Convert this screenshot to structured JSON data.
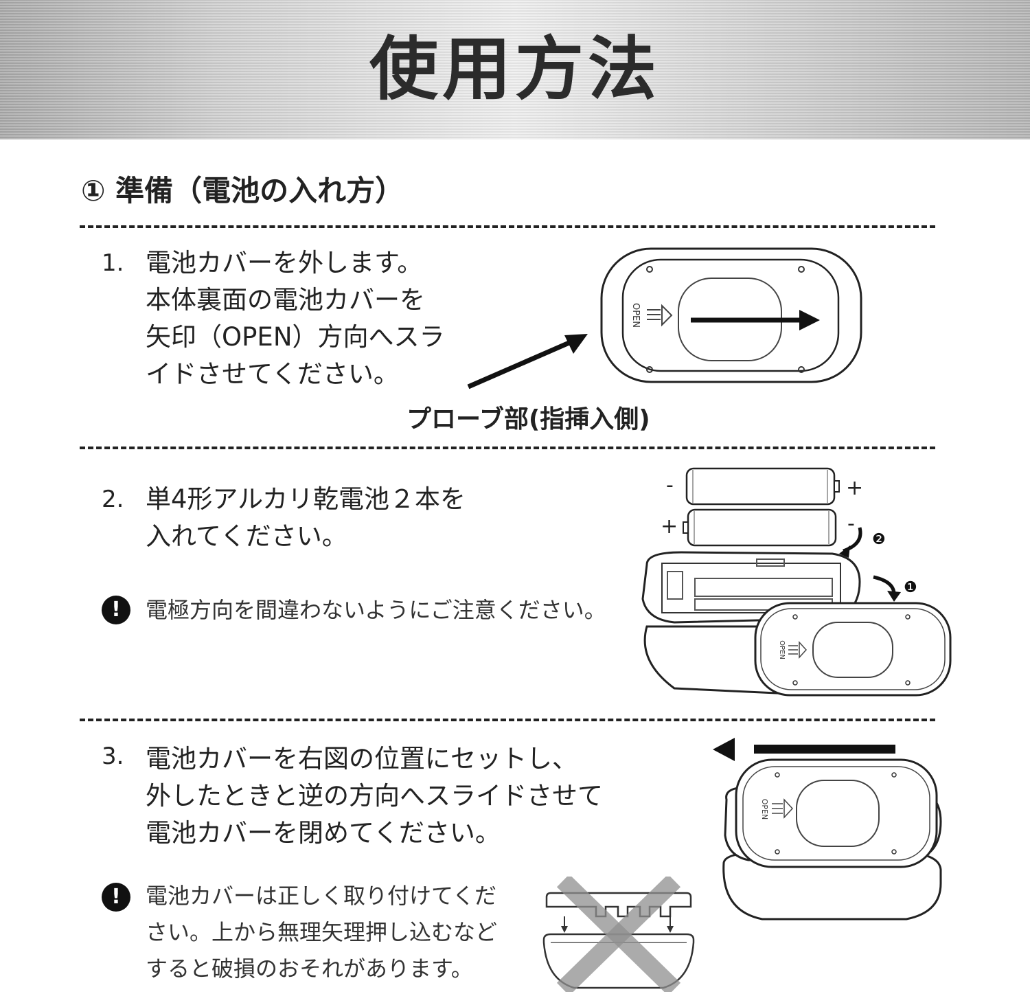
{
  "header": {
    "title": "使用方法"
  },
  "section": {
    "title": "① 準備（電池の入れ方）"
  },
  "steps": [
    {
      "number": "1.",
      "lines": [
        "電池カバーを外します。",
        "本体裏面の電池カバーを",
        "矢印（OPEN）方向へスラ",
        "イドさせてください。"
      ],
      "label": "プローブ部(指挿入側)"
    },
    {
      "number": "2.",
      "lines": [
        "単4形アルカリ乾電池２本を",
        "入れてください。"
      ],
      "note": [
        "電極方向を間違わないようにご注意ください。"
      ]
    },
    {
      "number": "3.",
      "lines": [
        "電池カバーを右図の位置にセットし、",
        "外したときと逆の方向へスライドさせて",
        "電池カバーを閉めてください。"
      ],
      "note": [
        "電池カバーは正しく取り付けてくだ",
        "さい。上から無理矢理押し込むなど",
        "すると破損のおそれがあります。"
      ]
    }
  ],
  "illustrations": {
    "cover_label": "OPEN",
    "battery_minus": "-",
    "battery_plus": "+",
    "step_marker_1": "❶",
    "step_marker_2": "❷",
    "note_icon": "exclamation-icon"
  }
}
